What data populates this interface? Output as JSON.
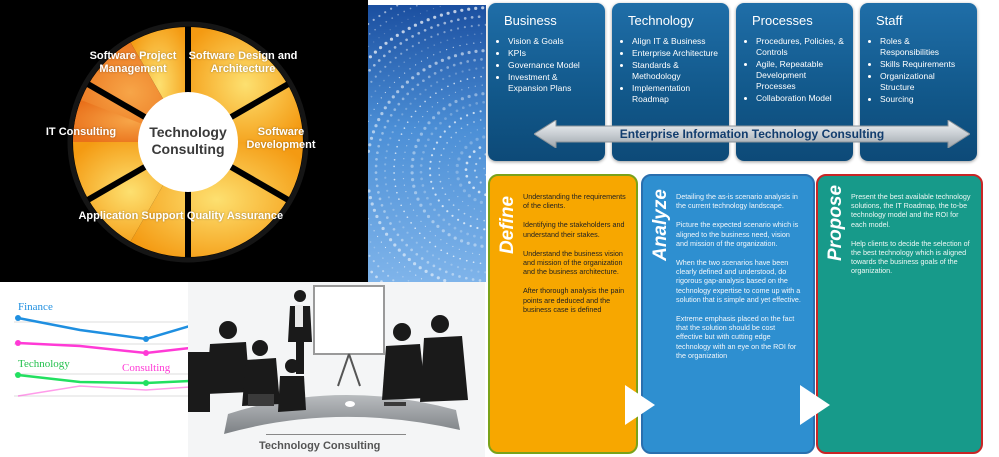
{
  "wheel": {
    "center": "Technology Consulting",
    "segments": [
      {
        "label": "Software Project Management"
      },
      {
        "label": "Software Design and Architecture"
      },
      {
        "label": "IT Consulting"
      },
      {
        "label": "Software Development"
      },
      {
        "label": "Application Support"
      },
      {
        "label": "Quality Assurance"
      }
    ]
  },
  "columns": [
    {
      "title": "Business",
      "items": [
        "Vision & Goals",
        "KPIs",
        "Governance Model",
        "Investment & Expansion Plans"
      ]
    },
    {
      "title": "Technology",
      "items": [
        "Align IT & Business",
        "Enterprise Architecture",
        "Standards & Methodology",
        "Implementation Roadmap"
      ]
    },
    {
      "title": "Processes",
      "items": [
        "Procedures, Policies, & Controls",
        "Agile, Repeatable Development Processes",
        "Collaboration Model"
      ]
    },
    {
      "title": "Staff",
      "items": [
        "Roles & Responsibilities",
        "Skills Requirements",
        "Organizational Structure",
        "Sourcing"
      ]
    }
  ],
  "banner": "Enterprise Information Technology Consulting",
  "cards": {
    "define": {
      "title": "Define",
      "paras": [
        "Understanding the requirements of the clients.",
        "Identifying the stakeholders and understand their stakes.",
        "Understand the business vision and mission of the organization and the business architecture.",
        "After thorough analysis the pain points are deduced and the business case is defined"
      ]
    },
    "analyze": {
      "title": "Analyze",
      "paras": [
        "Detailing the as-is scenario analysis in the current technology landscape.",
        "Picture the expected scenario which is aligned to the business need, vision and mission of the organization.",
        "When the two scenarios have been clearly defined and understood, do rigorous gap-analysis based on the technology expertise to come up with a solution that is simple and yet effective.",
        "Extreme emphasis placed on the fact that the solution should be cost effective but with cutting edge technology with an eye on the ROI for the organization"
      ]
    },
    "propose": {
      "title": "Propose",
      "paras": [
        "Present the best available technology solutions, the IT Roadmap, the to-be technology model and the ROI for each model.",
        "Help clients to decide the selection of the best technology which is aligned towards the business goals of the organization."
      ]
    }
  },
  "lines": {
    "labels": {
      "finance": "Finance",
      "technology": "Technology",
      "consulting": "Consulting"
    },
    "colors": {
      "blue": "#1f8fe0",
      "magenta": "#ff3ad6",
      "green": "#22e060"
    }
  },
  "meeting": {
    "caption": "Technology Consulting"
  },
  "colors": {
    "orange": "#f6a21d",
    "dark_orange": "#ee7d1e",
    "navy": "#115789"
  }
}
